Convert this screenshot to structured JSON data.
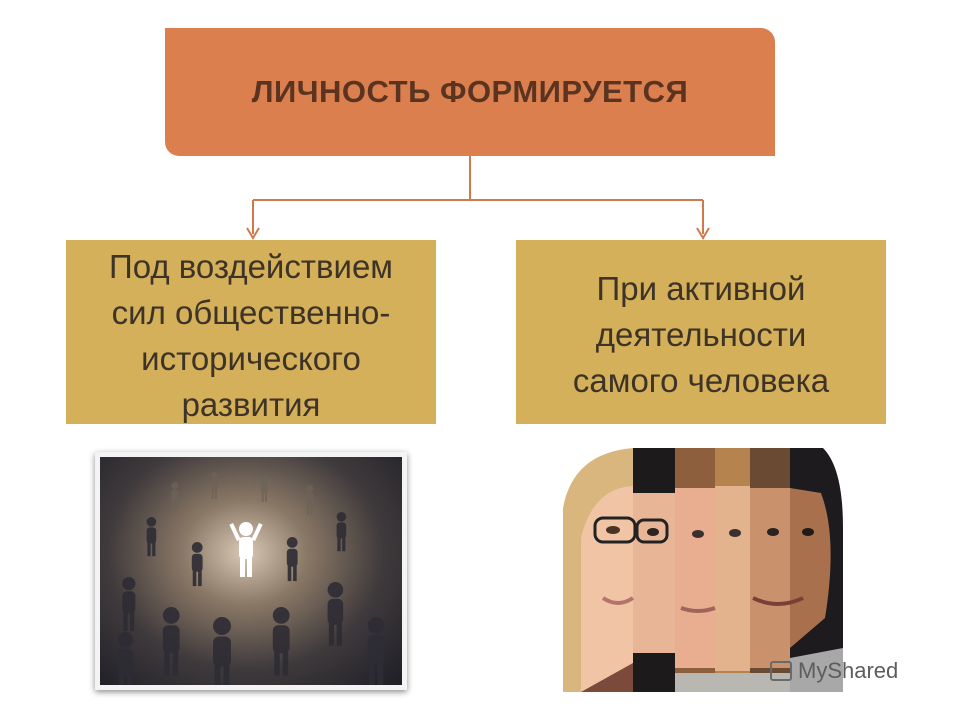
{
  "diagram": {
    "title": "ЛИЧНОСТЬ  ФОРМИРУЕТСЯ",
    "branches": [
      {
        "text": "Под воздействием\nсил общественно-\nисторического\nразвития"
      },
      {
        "text": "При  активной\nдеятельности\nсамого человека"
      }
    ],
    "images": [
      {
        "depicts": "crowd of figurines with one highlighted figure"
      },
      {
        "depicts": "composite of faces"
      }
    ]
  },
  "watermark": {
    "text": "MyShared"
  },
  "colors": {
    "title_box": "#dc7f4f",
    "title_text": "#5a3420",
    "branch_box": "#d5b05a",
    "branch_text": "#3d3327",
    "connector": "#d07a4c"
  },
  "icons": [
    "arrow-down-icon",
    "myshared-logo-icon"
  ]
}
